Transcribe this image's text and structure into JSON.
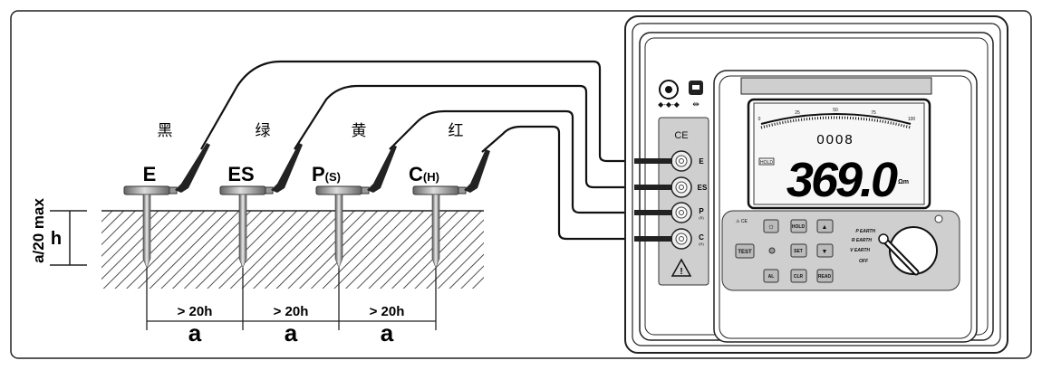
{
  "electrodes": [
    {
      "label": "E",
      "sub": "",
      "color_label": "黑"
    },
    {
      "label": "ES",
      "sub": "",
      "color_label": "绿"
    },
    {
      "label": "P",
      "sub": "(S)",
      "color_label": "黄"
    },
    {
      "label": "C",
      "sub": "(H)",
      "color_label": "红"
    }
  ],
  "dimensions": {
    "depth": "h",
    "depth_max": "a/20 max",
    "spacing_condition": "> 20h",
    "spacing": "a"
  },
  "meter": {
    "terminals": [
      {
        "label": "E",
        "sub": ""
      },
      {
        "label": "ES",
        "sub": ""
      },
      {
        "label": "P",
        "sub": "(S)"
      },
      {
        "label": "C",
        "sub": "(H)"
      }
    ],
    "ce_mark": "CE",
    "scale_ticks": [
      "0",
      "25",
      "50",
      "75",
      "100"
    ],
    "small_reading": "0008",
    "main_reading": "369.0",
    "unit": "Ωm",
    "hold_indicator": "HOLD",
    "keypad_mark": "⚠ CE",
    "buttons": {
      "test": "TEST",
      "hold": "HOLD",
      "up": "▲",
      "set": "SET",
      "down": "▼",
      "al": "AL",
      "clr": "CLR",
      "read": "READ"
    },
    "dial_positions": [
      "P EARTH",
      "R EARTH",
      "V EARTH",
      "OFF"
    ]
  }
}
